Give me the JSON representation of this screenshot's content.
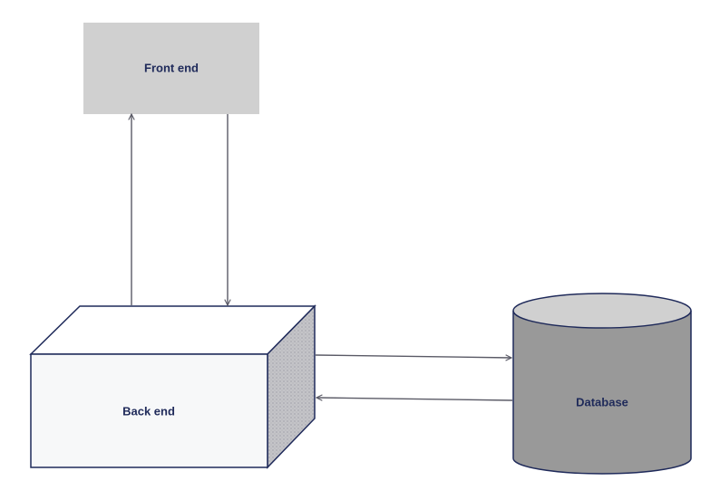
{
  "nodes": {
    "frontend": {
      "label": "Front end"
    },
    "backend": {
      "label": "Back end"
    },
    "database": {
      "label": "Database"
    }
  },
  "edges": [
    {
      "from": "backend",
      "to": "frontend"
    },
    {
      "from": "frontend",
      "to": "backend"
    },
    {
      "from": "backend",
      "to": "database"
    },
    {
      "from": "database",
      "to": "backend"
    }
  ],
  "colors": {
    "text": "#1f2a5a",
    "stroke": "#1f2a5a",
    "arrow": "#5a5a66",
    "frontend_fill": "#d0d0d0",
    "backend_front_fill": "#f7f8f9",
    "backend_side_fill": "#bfbfc3",
    "database_body_fill": "#999999",
    "database_top_fill": "#d0d0d0"
  }
}
